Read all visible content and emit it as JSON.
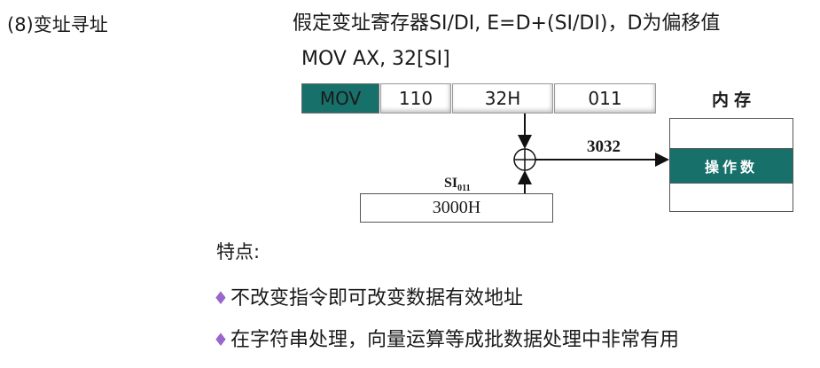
{
  "section_title": "(8)变址寻址",
  "description": "假定变址寄存器SI/DI, E=D+(SI/DI)，D为偏移值",
  "instruction": "MOV AX, 32[SI]",
  "instruction_fields": [
    {
      "label": "MOV"
    },
    {
      "label": "110"
    },
    {
      "label": "32H"
    },
    {
      "label": "011"
    }
  ],
  "memory": {
    "label": "内存",
    "cell_label": "操作数"
  },
  "effective_address": "3032",
  "register": {
    "name": "SI",
    "subscript": "011",
    "value": "3000H"
  },
  "features": {
    "title": "特点:",
    "bullet_symbol": "♦",
    "items": [
      "不改变指令即可改变数据有效地址",
      "在字符串处理，向量运算等成批数据处理中非常有用"
    ]
  },
  "colors": {
    "accent_teal": "#17706a",
    "bullet_purple": "#9966cc"
  }
}
